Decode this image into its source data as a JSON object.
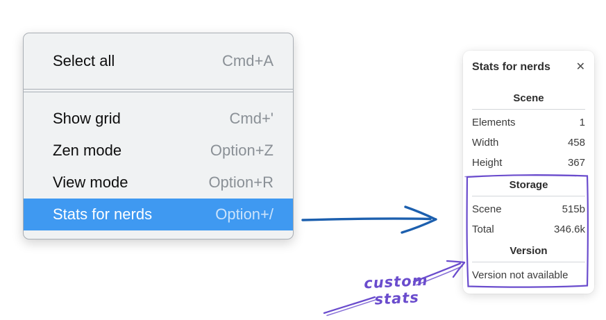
{
  "context_menu": {
    "groups": [
      {
        "items": [
          {
            "label": "Select all",
            "shortcut": "Cmd+A",
            "selected": false
          }
        ]
      },
      {
        "items": [
          {
            "label": "Show grid",
            "shortcut": "Cmd+'",
            "selected": false
          },
          {
            "label": "Zen mode",
            "shortcut": "Option+Z",
            "selected": false
          },
          {
            "label": "View mode",
            "shortcut": "Option+R",
            "selected": false
          },
          {
            "label": "Stats for nerds",
            "shortcut": "Option+/",
            "selected": true
          }
        ]
      }
    ]
  },
  "stats_panel": {
    "title": "Stats for nerds",
    "close_icon": "✕",
    "sections": [
      {
        "heading": "Scene",
        "rows": [
          {
            "label": "Elements",
            "value": "1"
          },
          {
            "label": "Width",
            "value": "458"
          },
          {
            "label": "Height",
            "value": "367"
          }
        ]
      },
      {
        "heading": "Storage",
        "rows": [
          {
            "label": "Scene",
            "value": "515b"
          },
          {
            "label": "Total",
            "value": "346.6k"
          }
        ]
      },
      {
        "heading": "Version",
        "note": "Version not available"
      }
    ]
  },
  "annotation": {
    "label": "custom stats"
  },
  "colors": {
    "selection_blue": "#3f99f1",
    "flow_arrow_blue": "#1c5fae",
    "annotation_purple": "#6a4ccd",
    "menu_background": "#f0f2f3",
    "panel_background": "#ffffff"
  }
}
